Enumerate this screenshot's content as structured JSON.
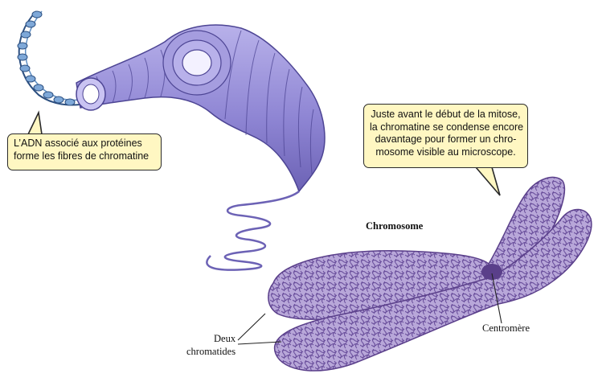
{
  "callouts": {
    "left": [
      "L’ADN associé aux protéines",
      "forme les fibres de chromatine"
    ],
    "right": [
      "Juste avant le début de la mitose,",
      "la chromatine se condense encore",
      "davantage pour former un chro-",
      "mosome visible au microscope."
    ]
  },
  "labels": {
    "chromosome": "Chromosome",
    "centromere": "Centromère",
    "deux_chromatides": [
      "Deux",
      "chromatides"
    ]
  },
  "colors": {
    "dna_blue": "#5f8fc4",
    "fiber_purple": "#8f86d4",
    "chromatin_purple": "#8a70b8",
    "centromere": "#5a3f8a",
    "callout_fill": "#fff7c2"
  }
}
